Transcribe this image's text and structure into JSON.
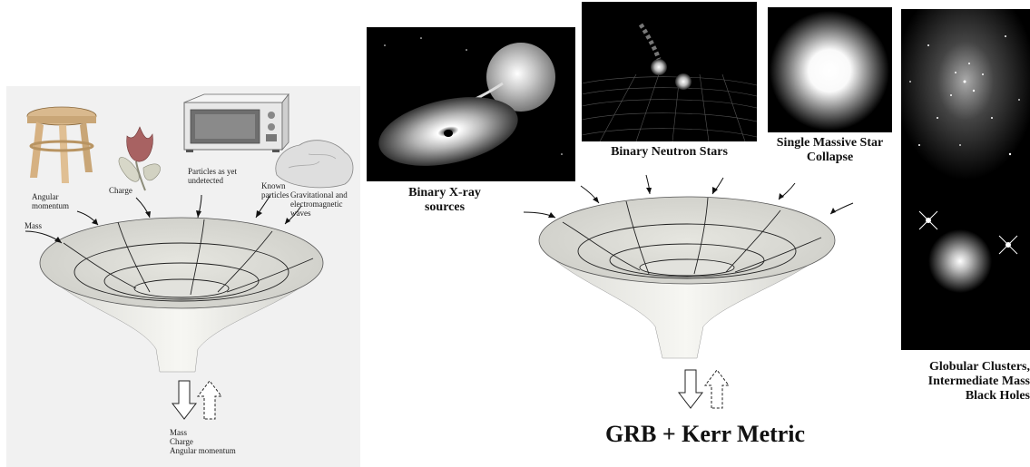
{
  "left_figure": {
    "labels": {
      "angular_momentum": "Angular momentum",
      "charge": "Charge",
      "particles_undetected": "Particles as yet undetected",
      "known_particles": "Known particles",
      "grav_waves": "Gravitational and electromagnetic waves",
      "mass": "Mass"
    },
    "output_labels": [
      "Mass",
      "Charge",
      "Angular momentum"
    ]
  },
  "photos": {
    "binary_xray": "Binary X-ray sources",
    "binary_ns": "Binary Neutron Stars",
    "single_massive": "Single Massive Star Collapse",
    "globular": "Globular Clusters, Intermediate Mass Black Holes"
  },
  "right_figure": {
    "title": "GRB + Kerr Metric"
  }
}
